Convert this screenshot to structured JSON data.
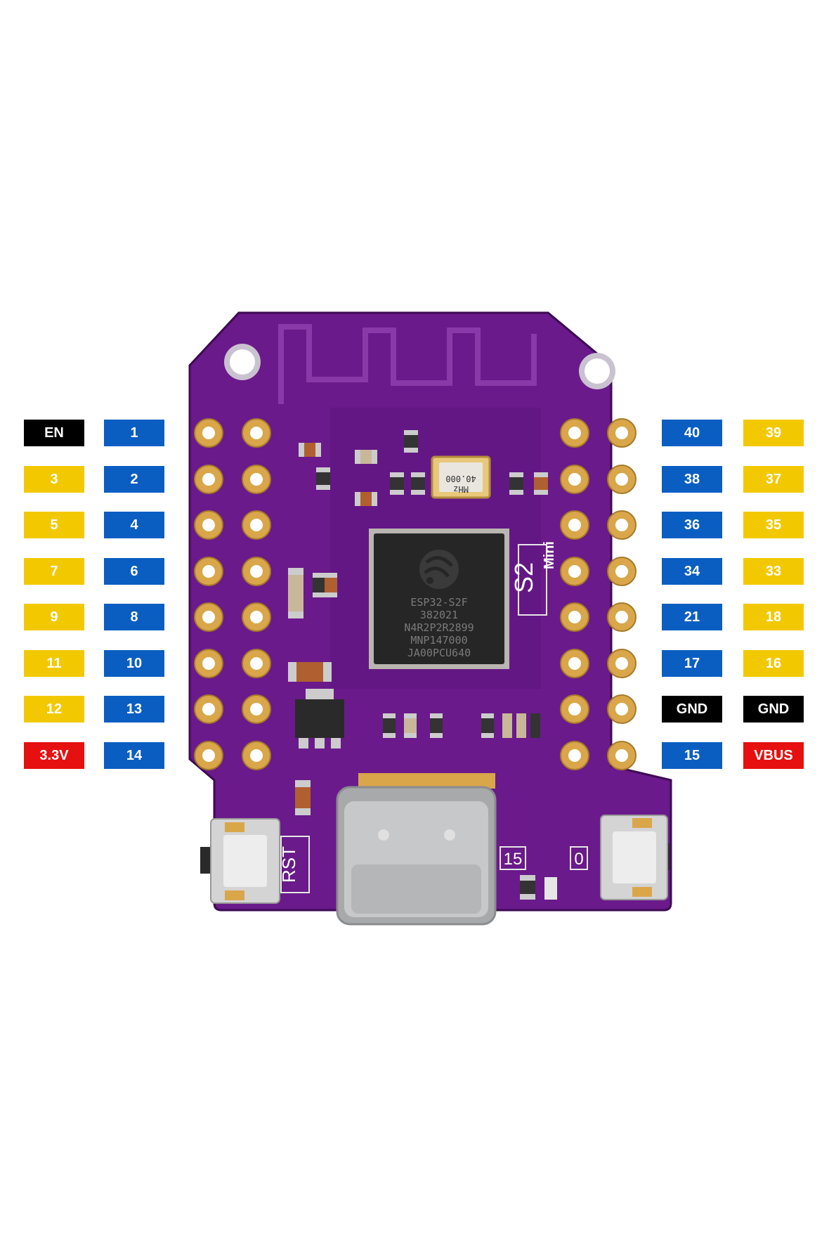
{
  "colors": {
    "black": "#000000",
    "blue": "#0a5ec2",
    "yellow": "#f2c900",
    "red": "#e5100f",
    "pcb": "#6a1a8a",
    "pcb_dark": "#4a0f63",
    "gold": "#d9a64a"
  },
  "left_pins": [
    {
      "outer": {
        "label": "EN",
        "color": "black"
      },
      "inner": {
        "label": "1",
        "color": "blue"
      }
    },
    {
      "outer": {
        "label": "3",
        "color": "yellow"
      },
      "inner": {
        "label": "2",
        "color": "blue"
      }
    },
    {
      "outer": {
        "label": "5",
        "color": "yellow"
      },
      "inner": {
        "label": "4",
        "color": "blue"
      }
    },
    {
      "outer": {
        "label": "7",
        "color": "yellow"
      },
      "inner": {
        "label": "6",
        "color": "blue"
      }
    },
    {
      "outer": {
        "label": "9",
        "color": "yellow"
      },
      "inner": {
        "label": "8",
        "color": "blue"
      }
    },
    {
      "outer": {
        "label": "11",
        "color": "yellow"
      },
      "inner": {
        "label": "10",
        "color": "blue"
      }
    },
    {
      "outer": {
        "label": "12",
        "color": "yellow"
      },
      "inner": {
        "label": "13",
        "color": "blue"
      }
    },
    {
      "outer": {
        "label": "3.3V",
        "color": "red"
      },
      "inner": {
        "label": "14",
        "color": "blue"
      }
    }
  ],
  "right_pins": [
    {
      "inner": {
        "label": "40",
        "color": "blue"
      },
      "outer": {
        "label": "39",
        "color": "yellow"
      }
    },
    {
      "inner": {
        "label": "38",
        "color": "blue"
      },
      "outer": {
        "label": "37",
        "color": "yellow"
      }
    },
    {
      "inner": {
        "label": "36",
        "color": "blue"
      },
      "outer": {
        "label": "35",
        "color": "yellow"
      }
    },
    {
      "inner": {
        "label": "34",
        "color": "blue"
      },
      "outer": {
        "label": "33",
        "color": "yellow"
      }
    },
    {
      "inner": {
        "label": "21",
        "color": "blue"
      },
      "outer": {
        "label": "18",
        "color": "yellow"
      }
    },
    {
      "inner": {
        "label": "17",
        "color": "blue"
      },
      "outer": {
        "label": "16",
        "color": "yellow"
      }
    },
    {
      "inner": {
        "label": "GND",
        "color": "black"
      },
      "outer": {
        "label": "GND",
        "color": "black"
      }
    },
    {
      "inner": {
        "label": "15",
        "color": "blue"
      },
      "outer": {
        "label": "VBUS",
        "color": "red"
      }
    }
  ],
  "board": {
    "chip_lines": [
      "ESP32-S2F",
      "382021",
      "N4R2P2R2899",
      "MNP147000",
      "JA00PCU640"
    ],
    "crystal_lines": [
      "40.000",
      "MHz"
    ],
    "model_text": "S2",
    "model_sub": "Mini",
    "rst_label": "RST",
    "btn1_label": "15",
    "btn0_label": "0"
  }
}
